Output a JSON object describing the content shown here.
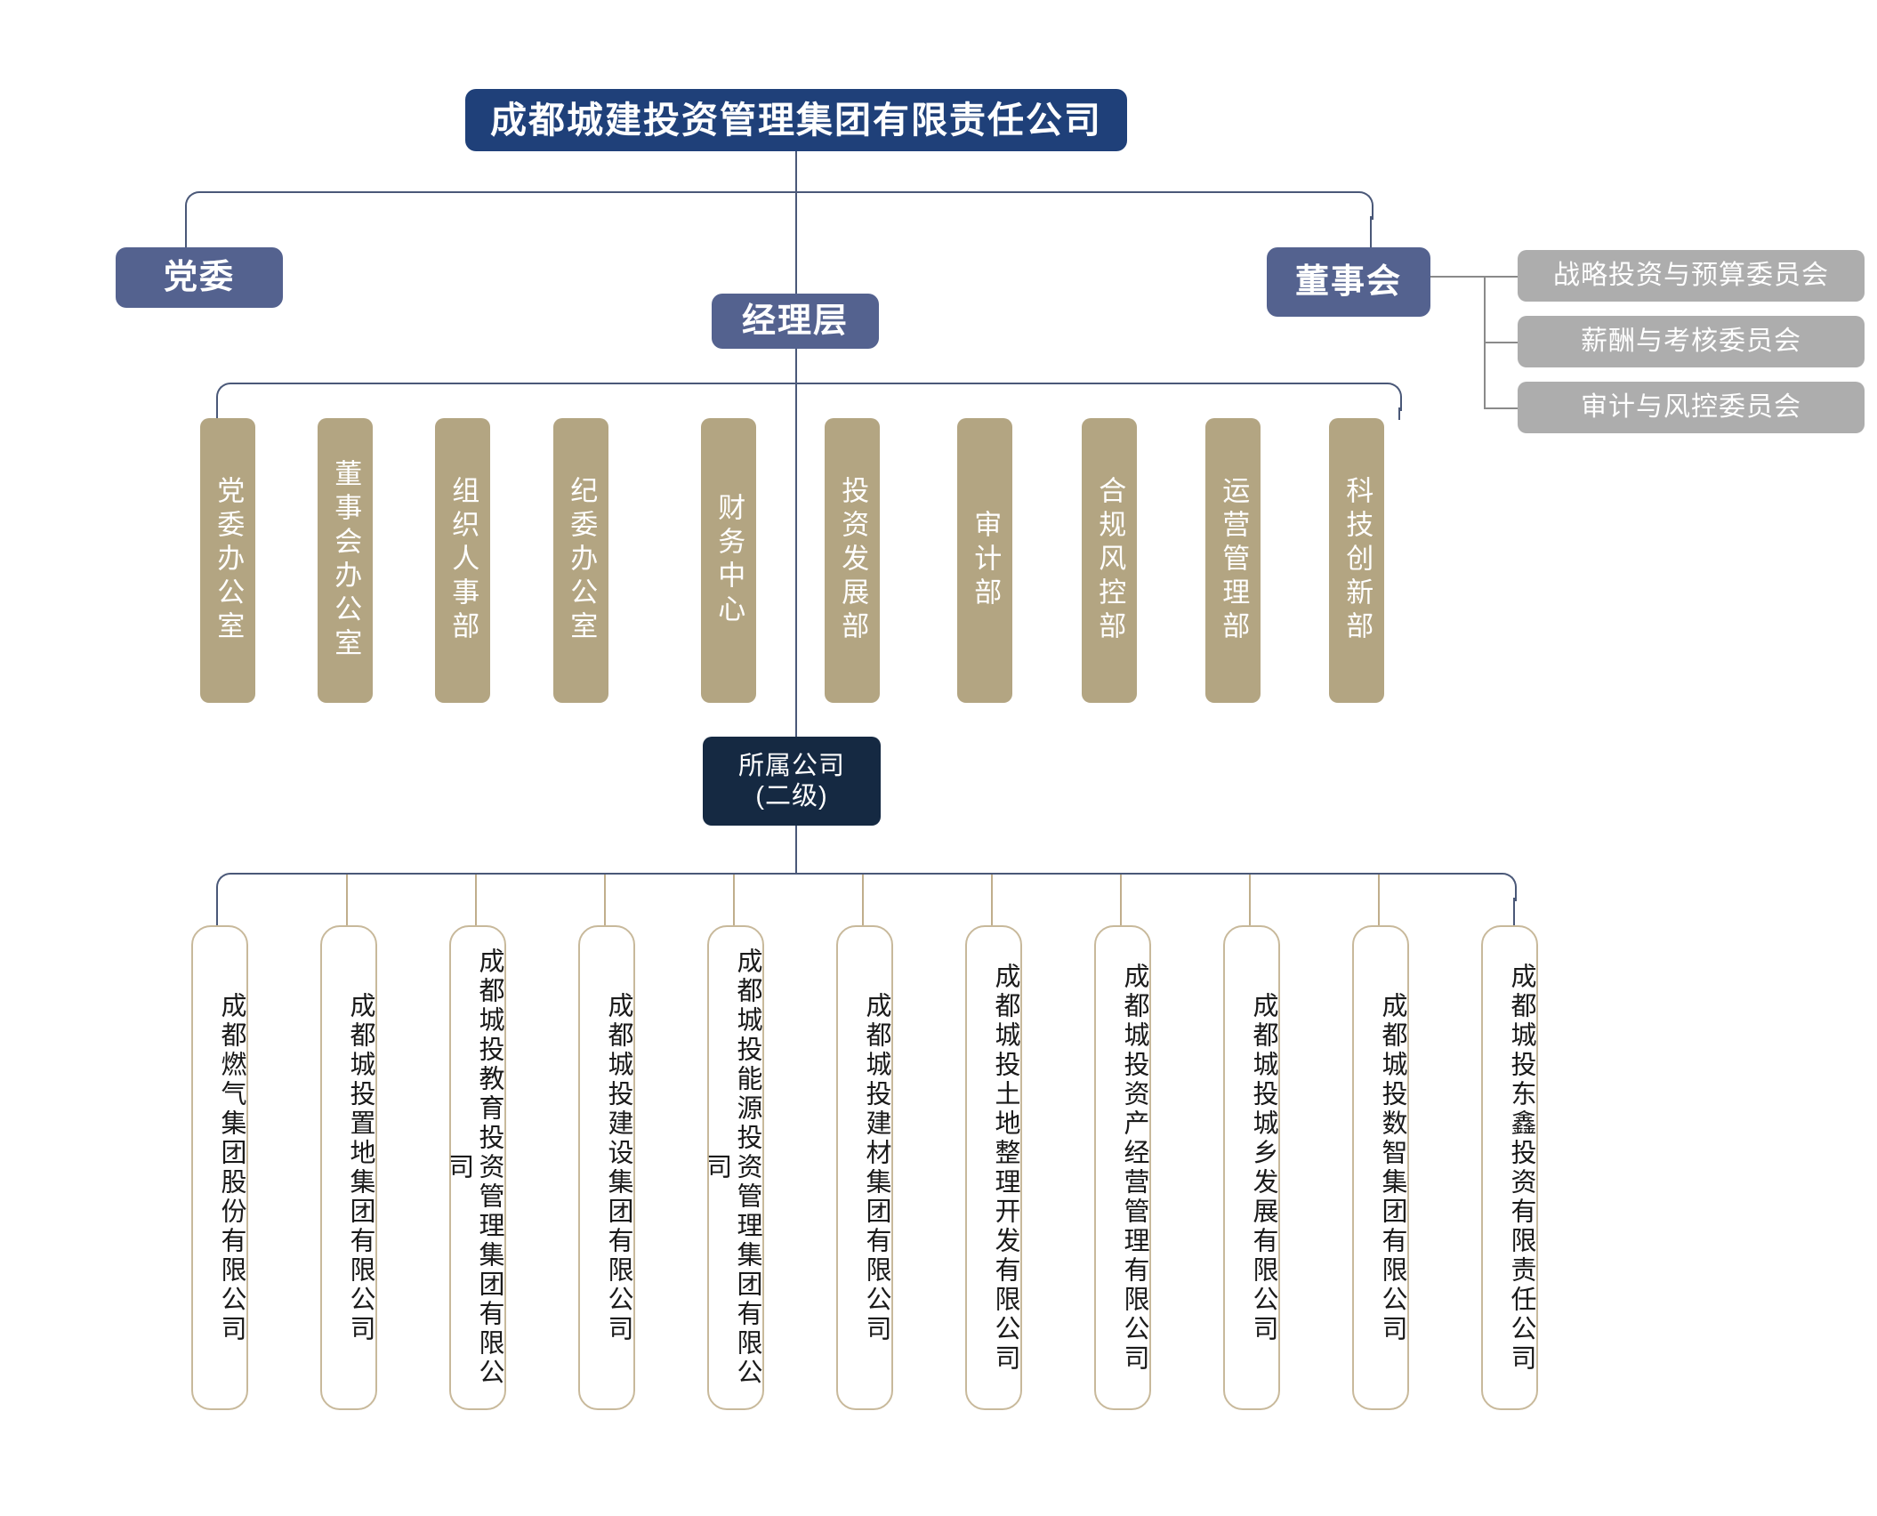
{
  "chart_data": {
    "type": "diagram",
    "diagram_type": "organizational-chart",
    "title": "成都城建投资管理集团有限责任公司",
    "levels": [
      {
        "level": 1,
        "nodes": [
          "成都城建投资管理集团有限责任公司"
        ]
      },
      {
        "level": 2,
        "nodes": [
          "党委",
          "经理层",
          "董事会"
        ]
      },
      {
        "level": 2.5,
        "nodes": [
          "战略投资与预算委员会",
          "薪酬与考核委员会",
          "审计与风控委员会"
        ]
      },
      {
        "level": 3,
        "nodes": [
          "党委办公室",
          "董事会办公室",
          "组织人事部",
          "纪委办公室",
          "财务中心",
          "投资发展部",
          "审计部",
          "合规风控部",
          "运营管理部",
          "科技创新部"
        ]
      },
      {
        "level": 4,
        "nodes": [
          "所属公司(二级)"
        ]
      },
      {
        "level": 5,
        "nodes": [
          "成都燃气集团股份有限公司",
          "成都城投置地集团有限公司",
          "成都城投教育投资管理集团有限公司",
          "成都城投建设集团有限公司",
          "成都城投能源投资管理集团有限公司",
          "成都城投建材集团有限公司",
          "成都城投土地整理开发有限公司",
          "成都城投资产经营管理有限公司",
          "成都城投城乡发展有限公司",
          "成都城投数智集团有限公司",
          "成都城投东鑫投资有限责任公司"
        ]
      }
    ]
  },
  "colors": {
    "root": "#1F4079",
    "level2": "#54628F",
    "committee": "#ADADAD",
    "department": "#B3A582",
    "subsidiary_head": "#152942",
    "company_border": "#C8B99B",
    "connector": "#4A5878",
    "connector_gold": "#C0AE8C",
    "background": "#FFFFFF"
  },
  "root": {
    "label": "成都城建投资管理集团有限责任公司"
  },
  "level2": {
    "party_committee": "党委",
    "management": "经理层",
    "board": "董事会"
  },
  "committees": [
    {
      "label": "战略投资与预算委员会"
    },
    {
      "label": "薪酬与考核委员会"
    },
    {
      "label": "审计与风控委员会"
    }
  ],
  "departments": [
    {
      "label": "党委办公室"
    },
    {
      "label": "董事会办公室"
    },
    {
      "label": "组织人事部"
    },
    {
      "label": "纪委办公室"
    },
    {
      "label": "财务中心"
    },
    {
      "label": "投资发展部"
    },
    {
      "label": "审计部"
    },
    {
      "label": "合规风控部"
    },
    {
      "label": "运营管理部"
    },
    {
      "label": "科技创新部"
    }
  ],
  "subsidiary_header": {
    "line1": "所属公司",
    "line2": "(二级)"
  },
  "companies": [
    {
      "label": "成都燃气集团股份有限公司"
    },
    {
      "label": "成都城投置地集团有限公司"
    },
    {
      "label": "成都城投教育投资管理集团有限公司"
    },
    {
      "label": "成都城投建设集团有限公司"
    },
    {
      "label": "成都城投能源投资管理集团有限公司"
    },
    {
      "label": "成都城投建材集团有限公司"
    },
    {
      "label": "成都城投土地整理开发有限公司"
    },
    {
      "label": "成都城投资产经营管理有限公司"
    },
    {
      "label": "成都城投城乡发展有限公司"
    },
    {
      "label": "成都城投数智集团有限公司"
    },
    {
      "label": "成都城投东鑫投资有限责任公司"
    }
  ]
}
